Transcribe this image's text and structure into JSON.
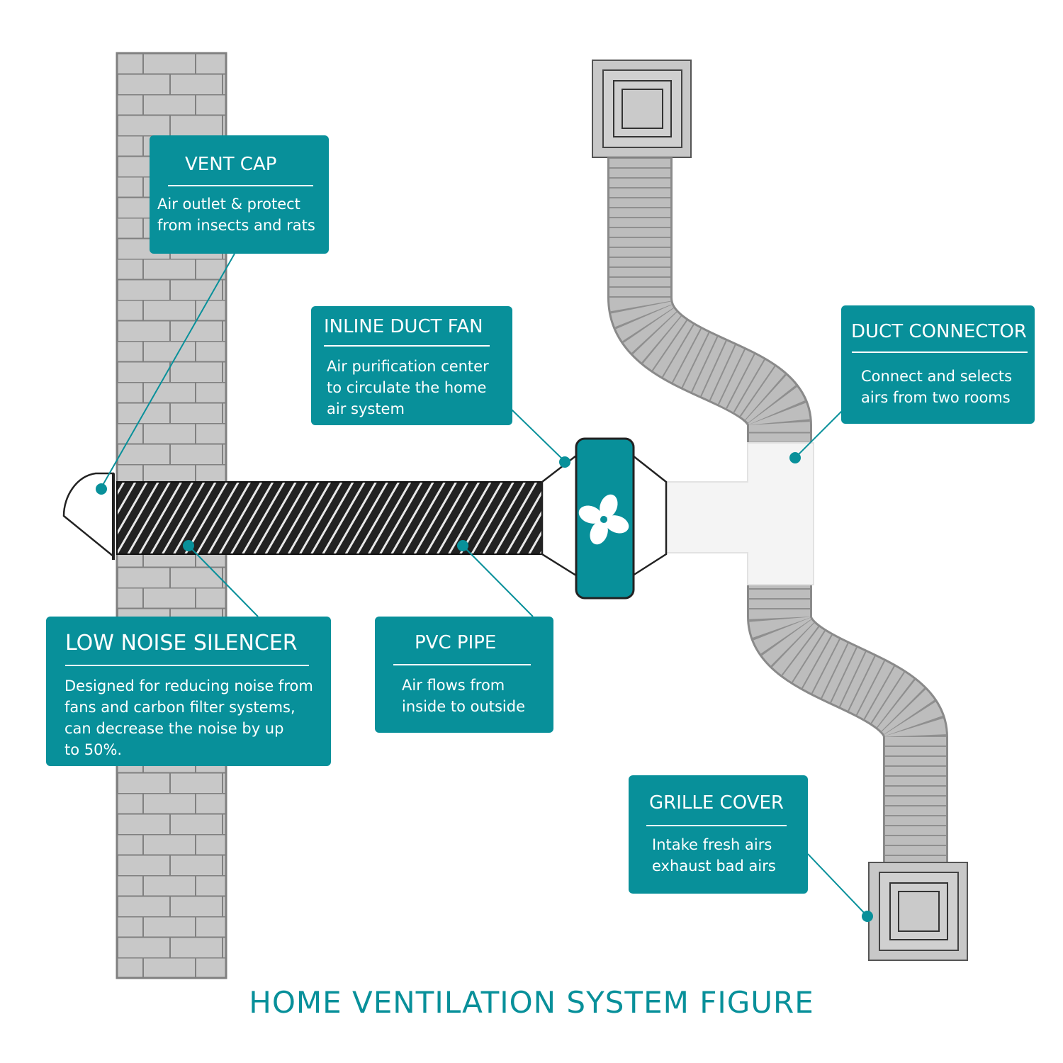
{
  "title": "HOME VENTILATION SYSTEM FIGURE",
  "colors": {
    "accent": "#08909a",
    "brick": "#c8c8c8",
    "mortar": "#808080",
    "duct": "#bcbcbc",
    "silencer": "#222222",
    "connector": "#f4f4f4"
  },
  "callouts": {
    "vent_cap": {
      "title": "VENT CAP",
      "desc": [
        "Air outlet  & protect",
        "from insects and rats"
      ]
    },
    "inline_duct_fan": {
      "title": "INLINE DUCT FAN",
      "desc": [
        "Air purification center",
        "to circulate the home",
        "air system"
      ]
    },
    "duct_connector": {
      "title": "DUCT CONNECTOR",
      "desc": [
        "Connect and selects",
        "airs from two rooms"
      ]
    },
    "low_noise_silencer": {
      "title": "LOW NOISE SILENCER",
      "desc": [
        "Designed for reducing noise from",
        "fans and carbon filter systems,",
        "can decrease the noise by up",
        "to 50%."
      ]
    },
    "pvc_pipe": {
      "title": "PVC PIPE",
      "desc": [
        "Air flows from",
        "inside to outside"
      ]
    },
    "grille_cover": {
      "title": "GRILLE COVER",
      "desc": [
        "Intake fresh airs",
        "exhaust bad airs"
      ]
    }
  }
}
